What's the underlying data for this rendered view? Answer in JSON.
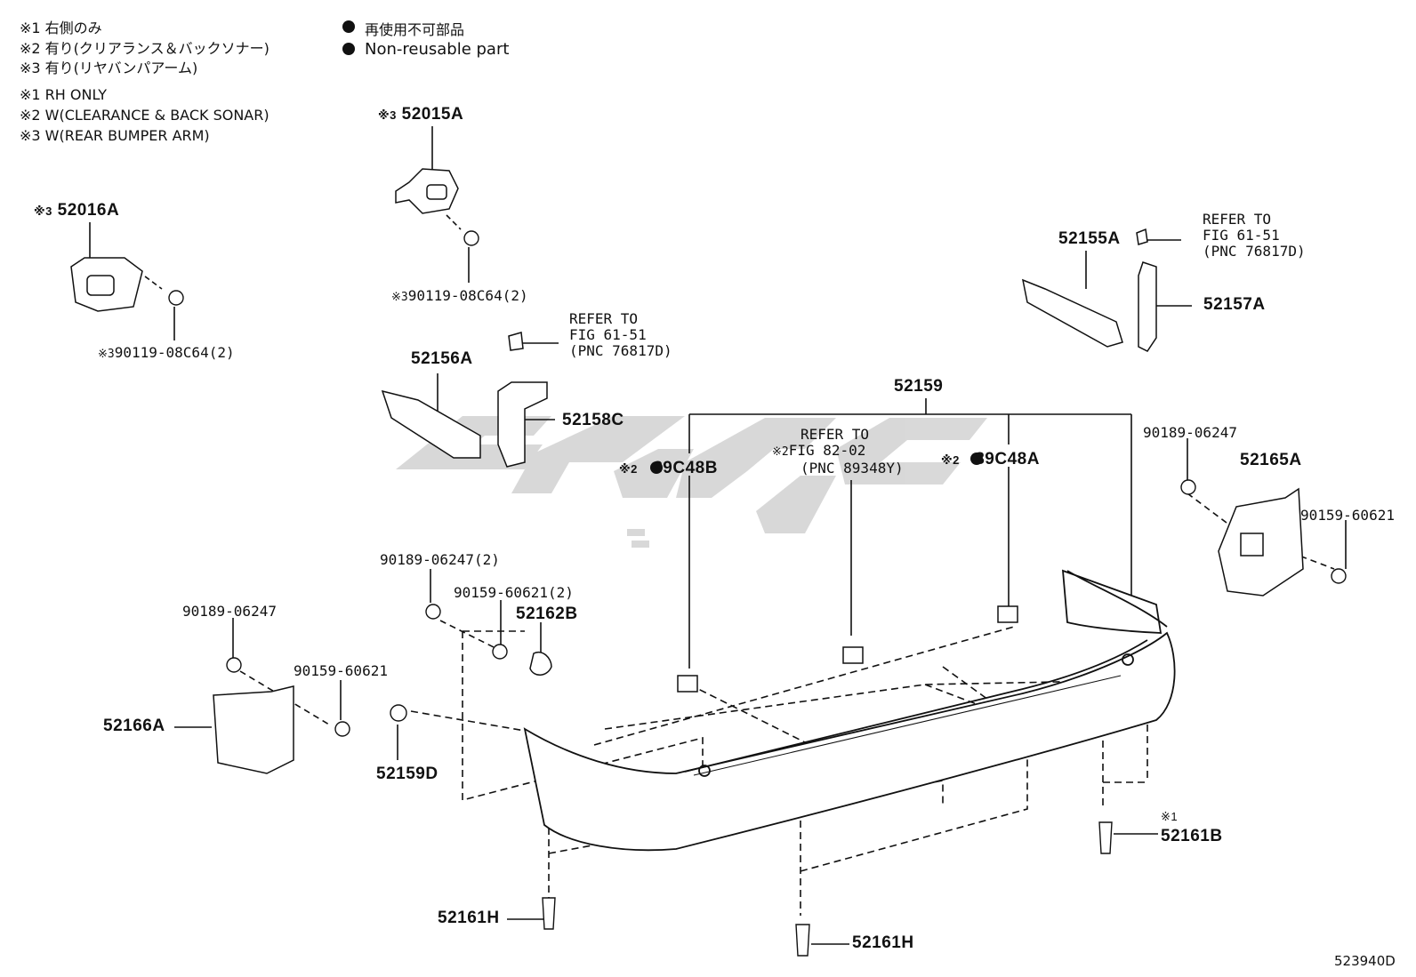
{
  "notes_jp": [
    "※1 右側のみ",
    "※2 有り(クリアランス＆バックソナー)",
    "※3 有り(リヤバンパアーム)"
  ],
  "notes_en": [
    "※1 RH ONLY",
    "※2 W(CLEARANCE & BACK SONAR)",
    "※3 W(REAR BUMPER ARM)"
  ],
  "legend": {
    "jp": "再使用不可部品",
    "en": "Non-reusable part"
  },
  "parts": {
    "p52015A": {
      "mark": "※3",
      "num": "52015A"
    },
    "p52016A": {
      "mark": "※3",
      "num": "52016A"
    },
    "bolt_top": {
      "mark": "※3",
      "num": "90119-08C64(2)"
    },
    "bolt_left": {
      "mark": "※3",
      "num": "90119-08C64(2)"
    },
    "p52156A": "52156A",
    "p52158C": "52158C",
    "p52155A": "52155A",
    "p52157A": "52157A",
    "p52159": "52159",
    "p89C48B": {
      "mark": "※2",
      "num": "89C48B"
    },
    "p89C48A": {
      "mark": "※2",
      "num": "89C48A"
    },
    "p52165A": "52165A",
    "p90189_r": "90189-06247",
    "p90159_r": "90159-60621",
    "p90189_m": "90189-06247(2)",
    "p90159_m": "90159-60621(2)",
    "p52162B": "52162B",
    "p90189_l": "90189-06247",
    "p90159_l": "90159-60621",
    "p52166A": "52166A",
    "p52159D": "52159D",
    "p52161B": {
      "mark": "※1",
      "num": "52161B"
    },
    "p52161H_a": "52161H",
    "p52161H_b": "52161H"
  },
  "refer_a": [
    "REFER TO",
    "FIG 61-51",
    "(PNC 76817D)"
  ],
  "refer_b": [
    "REFER TO",
    "FIG 61-51",
    "(PNC 76817D)"
  ],
  "refer_c": {
    "mark": "※2",
    "lines": [
      "REFER TO",
      "FIG 82-02",
      "(PNC 89348Y)"
    ]
  },
  "figure_id": "523940D",
  "colors": {
    "line": "#111111",
    "watermark": "#cfcfcf"
  }
}
